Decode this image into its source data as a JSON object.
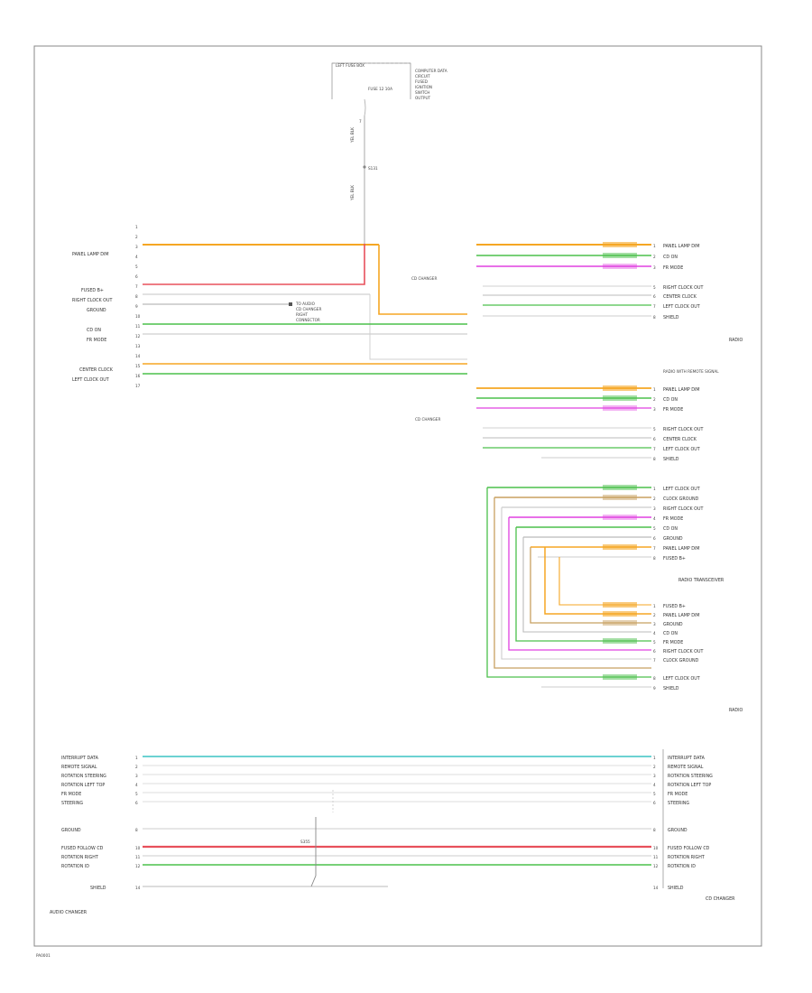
{
  "colors": {
    "orange": "#f5a623",
    "red": "#e8505b",
    "green": "#4cc04c",
    "magenta": "#e040e0",
    "teal": "#3cc4c4",
    "tan": "#c8a060",
    "gray": "#b4b4b4",
    "lightgray": "#d8d8d8",
    "frame": "#888888"
  },
  "header": {
    "fuse": "LEFT FUSE BOX",
    "fuse_note": [
      "COMPUTER DATA",
      "CIRCUIT",
      "FUSED",
      "IGNITION",
      "SWITCH",
      "OUTPUT"
    ],
    "fuse_mini": "FUSE 12 10A",
    "wire_label_1": "YEL BLK",
    "wire_label_2": "YEL BLK",
    "node": "S131"
  },
  "left_connector": {
    "label_panel": "PANEL LAMP DIM",
    "label_fused": "FUSED B+",
    "label_rclock": "RIGHT CLOCK OUT",
    "label_ground": "GROUND",
    "label_cd_on": "CD ON",
    "label_fr_mode": "FR MODE",
    "label_cclock": "CENTER CLOCK",
    "label_lclock": "LEFT CLOCK OUT",
    "annot_title": "TO AUDIO",
    "annot_lines": [
      "CD CHANGER",
      "RIGHT",
      "CONNECTOR"
    ]
  },
  "right_upper": {
    "left_title": "CD CHANGER",
    "bottom_label": "RADIO",
    "rows": [
      "PANEL LAMP DIM",
      "CD ON",
      "FR MODE",
      "",
      "RIGHT CLOCK OUT",
      "CENTER CLOCK",
      "LEFT CLOCK OUT",
      "SHIELD"
    ]
  },
  "right_mid": {
    "header": "RADIO WITH REMOTE SIGNAL",
    "left_title": "CD CHANGER",
    "rows": [
      "PANEL LAMP DIM",
      "CD ON",
      "FR MODE",
      "",
      "RIGHT CLOCK OUT",
      "CENTER CLOCK",
      "LEFT CLOCK OUT",
      "SHIELD"
    ]
  },
  "right_lower": {
    "rows_a": [
      "LEFT CLOCK OUT",
      "CLOCK GROUND",
      "RIGHT CLOCK OUT",
      "FR MODE",
      "CD ON",
      "GROUND",
      "PANEL LAMP DIM",
      "FUSED B+"
    ],
    "middle_label": "RADIO TRANSCEIVER",
    "rows_b": [
      "FUSED B+",
      "PANEL LAMP DIM",
      "GROUND",
      "CD ON",
      "FR MODE",
      "RIGHT CLOCK OUT",
      "CLOCK GROUND",
      "LEFT CLOCK OUT",
      "SHIELD"
    ],
    "bottom_label": "RADIO"
  },
  "bottom": {
    "left_rows": [
      "INTERRUPT DATA",
      "REMOTE SIGNAL",
      "ROTATION STEERING",
      "ROTATION LEFT TOP",
      "FR MODE",
      "STEERING",
      "",
      "GROUND",
      "",
      "FUSED FOLLOW CD",
      "ROTATION RIGHT",
      "ROTATION ID",
      "",
      "SHIELD"
    ],
    "right_rows": [
      "INTERRUPT DATA",
      "REMOTE SIGNAL",
      "ROTATION STEERING",
      "ROTATION LEFT TOP",
      "FR MODE",
      "STEERING",
      "",
      "GROUND",
      "",
      "FUSED FOLLOW CD",
      "ROTATION RIGHT",
      "ROTATION ID",
      "",
      "SHIELD"
    ],
    "left_title": "AUDIO CHANGER",
    "right_title": "CD CHANGER",
    "splice": "S355"
  },
  "footer": {
    "code": "PA0001"
  }
}
